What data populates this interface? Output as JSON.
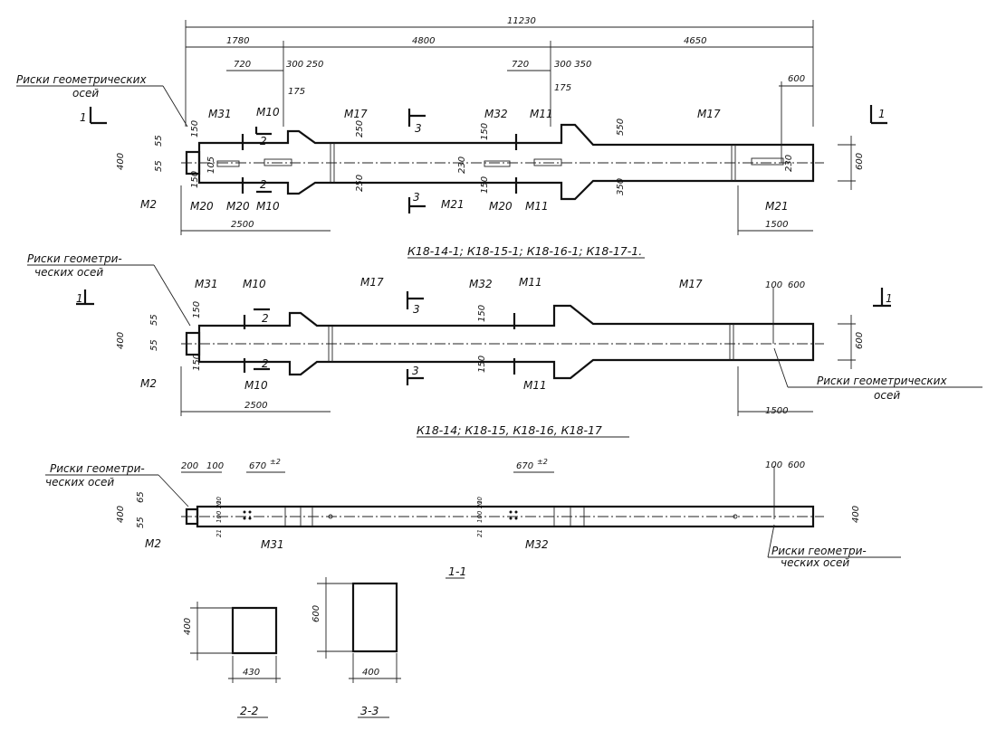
{
  "dims": {
    "total": "11230",
    "d1780": "1780",
    "d4800": "4800",
    "d4650": "4650",
    "d720": "720",
    "d300_250": "300 250",
    "d300_350": "300 350",
    "d600": "600",
    "d175": "175",
    "d150": "150",
    "d250": "250",
    "d350": "350",
    "d550": "550",
    "d230": "230",
    "d400": "400",
    "d55": "55",
    "d105": "105",
    "d2500": "2500",
    "d1500": "1500",
    "d100": "100",
    "d200": "200",
    "d670": "670",
    "tol": "±2",
    "d65": "65",
    "d85": "55",
    "d21": "21",
    "d100_100": "100 100",
    "d430": "430"
  },
  "labels": {
    "riski1": "Риски геометрических",
    "riski1b": "осей",
    "riski2": "Риски геометри-",
    "riski2b": "ческих осей",
    "riski3": "Риски геометрических",
    "riski3b": "осей",
    "riski4": "Риски геометри-",
    "riski4b": "ческих осей",
    "riski5": "Риски геометри-",
    "riski5b": "ческих осей",
    "m2": "М2",
    "m10": "М10",
    "m11": "М11",
    "m17": "М17",
    "m20": "М20",
    "m21": "М21",
    "m31": "М31",
    "m32": "М32",
    "sec1": "1",
    "sec2": "2",
    "sec3": "3"
  },
  "titles": {
    "view1": "К18-14-1; К18-15-1; К18-16-1; К18-17-1.",
    "view2": "К18-14; К18-15, К18-16, К18-17",
    "view3": "1-1",
    "sec22": "2-2",
    "sec33": "3-3"
  }
}
